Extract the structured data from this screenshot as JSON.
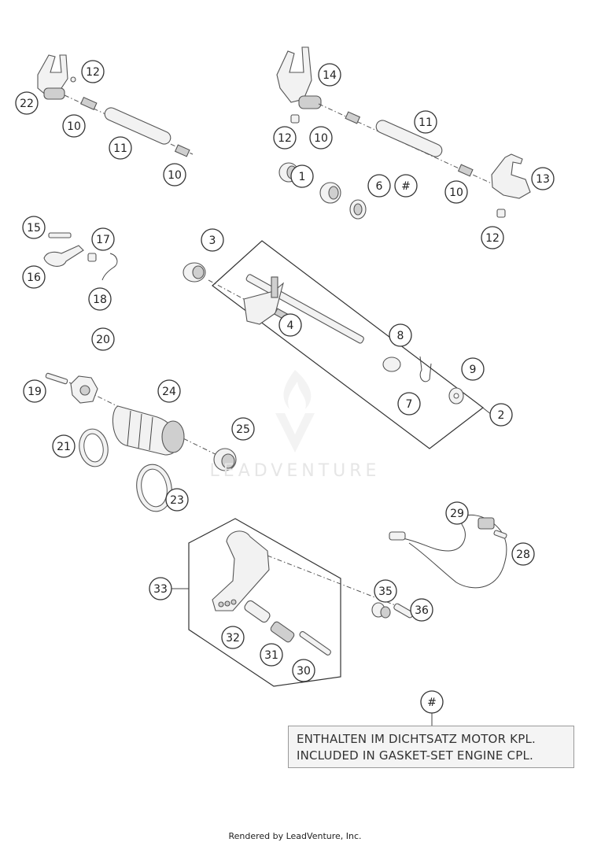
{
  "diagram": {
    "callouts": [
      {
        "label": "12"
      },
      {
        "label": "22"
      },
      {
        "label": "10"
      },
      {
        "label": "11"
      },
      {
        "label": "10"
      },
      {
        "label": "14"
      },
      {
        "label": "11"
      },
      {
        "label": "12"
      },
      {
        "label": "10"
      },
      {
        "label": "1"
      },
      {
        "label": "6"
      },
      {
        "label": "#"
      },
      {
        "label": "10"
      },
      {
        "label": "13"
      },
      {
        "label": "12"
      },
      {
        "label": "15"
      },
      {
        "label": "17"
      },
      {
        "label": "16"
      },
      {
        "label": "18"
      },
      {
        "label": "3"
      },
      {
        "label": "4"
      },
      {
        "label": "8"
      },
      {
        "label": "9"
      },
      {
        "label": "7"
      },
      {
        "label": "2"
      },
      {
        "label": "20"
      },
      {
        "label": "19"
      },
      {
        "label": "24"
      },
      {
        "label": "25"
      },
      {
        "label": "21"
      },
      {
        "label": "23"
      },
      {
        "label": "29"
      },
      {
        "label": "28"
      },
      {
        "label": "33"
      },
      {
        "label": "35"
      },
      {
        "label": "36"
      },
      {
        "label": "32"
      },
      {
        "label": "31"
      },
      {
        "label": "30"
      },
      {
        "label": "#"
      }
    ],
    "note": {
      "line1": "ENTHALTEN IM DICHTSATZ MOTOR KPL.",
      "line2": "INCLUDED IN GASKET-SET ENGINE CPL."
    },
    "watermark": "LEADVENTURE",
    "footer": "Rendered by LeadVenture, Inc."
  }
}
